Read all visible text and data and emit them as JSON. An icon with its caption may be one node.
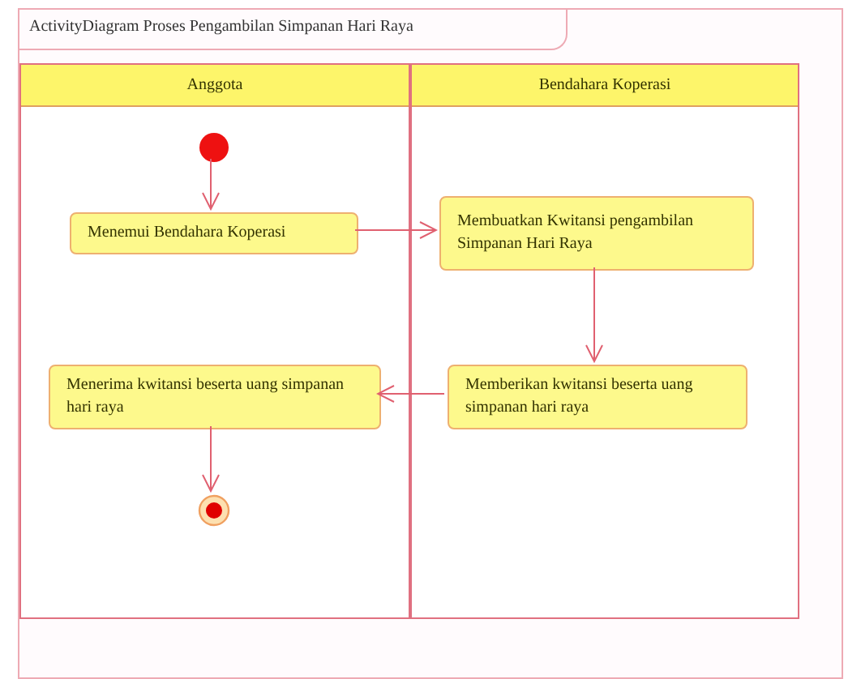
{
  "diagram": {
    "nodes": [
      {
        "text": [
          "ActivityDiagram Proses Pengambilan Simpanan Hari Raya"
        ]
      },
      {
        "text": [
          "Anggota"
        ],
        "in": 0
      },
      {
        "text": [
          "Bendahara Koperasi"
        ],
        "in": 0
      },
      {
        "text": [],
        "shape": "circle",
        "in": 1
      },
      {
        "text": [
          "Menemui Bendahara Koperasi"
        ],
        "in": 1
      },
      {
        "text": [
          "Membuatkan Kwitansi pengambilan Simpanan Hari Raya"
        ],
        "in": 2
      },
      {
        "text": [
          "Memberikan kwitansi beserta uang simpanan hari raya"
        ],
        "in": 2
      },
      {
        "text": [
          "Menerima kwitansi beserta uang simpanan hari raya"
        ],
        "in": 1
      },
      {
        "text": [],
        "shape": "circle",
        "in": 1
      }
    ],
    "edges": [
      {
        "from": 3,
        "to": 4,
        "arrow": "to"
      },
      {
        "from": 4,
        "to": 5,
        "arrow": "to"
      },
      {
        "from": 5,
        "to": 6,
        "arrow": "to"
      },
      {
        "from": 6,
        "to": 7,
        "arrow": "to"
      },
      {
        "from": 7,
        "to": 8,
        "arrow": "to"
      }
    ]
  }
}
